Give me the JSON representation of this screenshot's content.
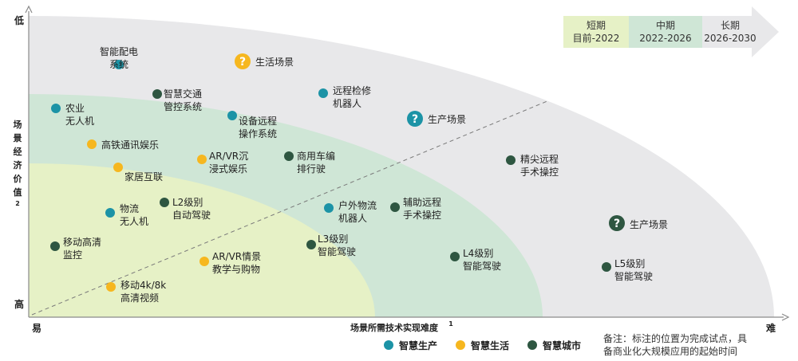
{
  "axes": {
    "y_top_label": "低",
    "y_bottom_label": "高",
    "y_title": [
      "场",
      "景",
      "经",
      "济",
      "价",
      "值"
    ],
    "y_title_sup": "2",
    "x_left_label": "易",
    "x_right_label": "难",
    "x_title": "场景所需技术实现难度",
    "x_title_sup": "1"
  },
  "timeline": [
    {
      "line1": "短期",
      "line2": "目前-2022",
      "color": "#e6f1c6"
    },
    {
      "line1": "中期",
      "line2": "2022-2026",
      "color": "#cfe6d6"
    },
    {
      "line1": "长期",
      "line2": "2026-2030",
      "color": "#e8e8ea"
    }
  ],
  "zone_colors": {
    "long": "#e8e8ea",
    "mid": "#cfe6d6",
    "short": "#e6f1c6"
  },
  "category_colors": {
    "production": "#1c93a6",
    "life": "#f6b71f",
    "city": "#2e5641"
  },
  "markers": [
    {
      "category": "production",
      "lines": [
        "智能配电",
        "系统"
      ]
    },
    {
      "category": "life",
      "lines": [
        "生活场景"
      ],
      "question": true
    },
    {
      "category": "city",
      "lines": [
        "智慧交通",
        "管控系统"
      ]
    },
    {
      "category": "production",
      "lines": [
        "远程检修",
        "机器人"
      ]
    },
    {
      "category": "production",
      "lines": [
        "农业",
        "无人机"
      ]
    },
    {
      "category": "production",
      "lines": [
        "设备远程",
        "操作系统"
      ]
    },
    {
      "category": "production",
      "lines": [
        "生产场景"
      ],
      "question": true
    },
    {
      "category": "life",
      "lines": [
        "高铁通讯娱乐"
      ]
    },
    {
      "category": "life",
      "lines": [
        "AR/VR沉",
        "浸式娱乐"
      ]
    },
    {
      "category": "city",
      "lines": [
        "商用车编",
        "排行驶"
      ]
    },
    {
      "category": "city",
      "lines": [
        "精尖远程",
        "手术操控"
      ]
    },
    {
      "category": "life",
      "lines": [
        "家居互联"
      ]
    },
    {
      "category": "city",
      "lines": [
        "L2级别",
        "自动驾驶"
      ]
    },
    {
      "category": "production",
      "lines": [
        "物流",
        "无人机"
      ]
    },
    {
      "category": "production",
      "lines": [
        "户外物流",
        "机器人"
      ]
    },
    {
      "category": "city",
      "lines": [
        "辅助远程",
        "手术操控"
      ]
    },
    {
      "category": "city",
      "lines": [
        "生产场景"
      ],
      "question": true
    },
    {
      "category": "city",
      "lines": [
        "移动高清",
        "监控"
      ]
    },
    {
      "category": "city",
      "lines": [
        "L3级别",
        "智能驾驶"
      ]
    },
    {
      "category": "life",
      "lines": [
        "AR/VR情景",
        "教学与购物"
      ]
    },
    {
      "category": "city",
      "lines": [
        "L4级别",
        "智能驾驶"
      ]
    },
    {
      "category": "city",
      "lines": [
        "L5级别",
        "智能驾驶"
      ]
    },
    {
      "category": "life",
      "lines": [
        "移动4k/8k",
        "高清视频"
      ]
    }
  ],
  "question_mark": "?",
  "legend": [
    {
      "category": "production",
      "label": "智慧生产"
    },
    {
      "category": "life",
      "label": "智慧生活"
    },
    {
      "category": "city",
      "label": "智慧城市"
    }
  ],
  "note": [
    "备注：标注的位置为完成试点，具",
    "备商业化大规模应用的起始时间"
  ]
}
